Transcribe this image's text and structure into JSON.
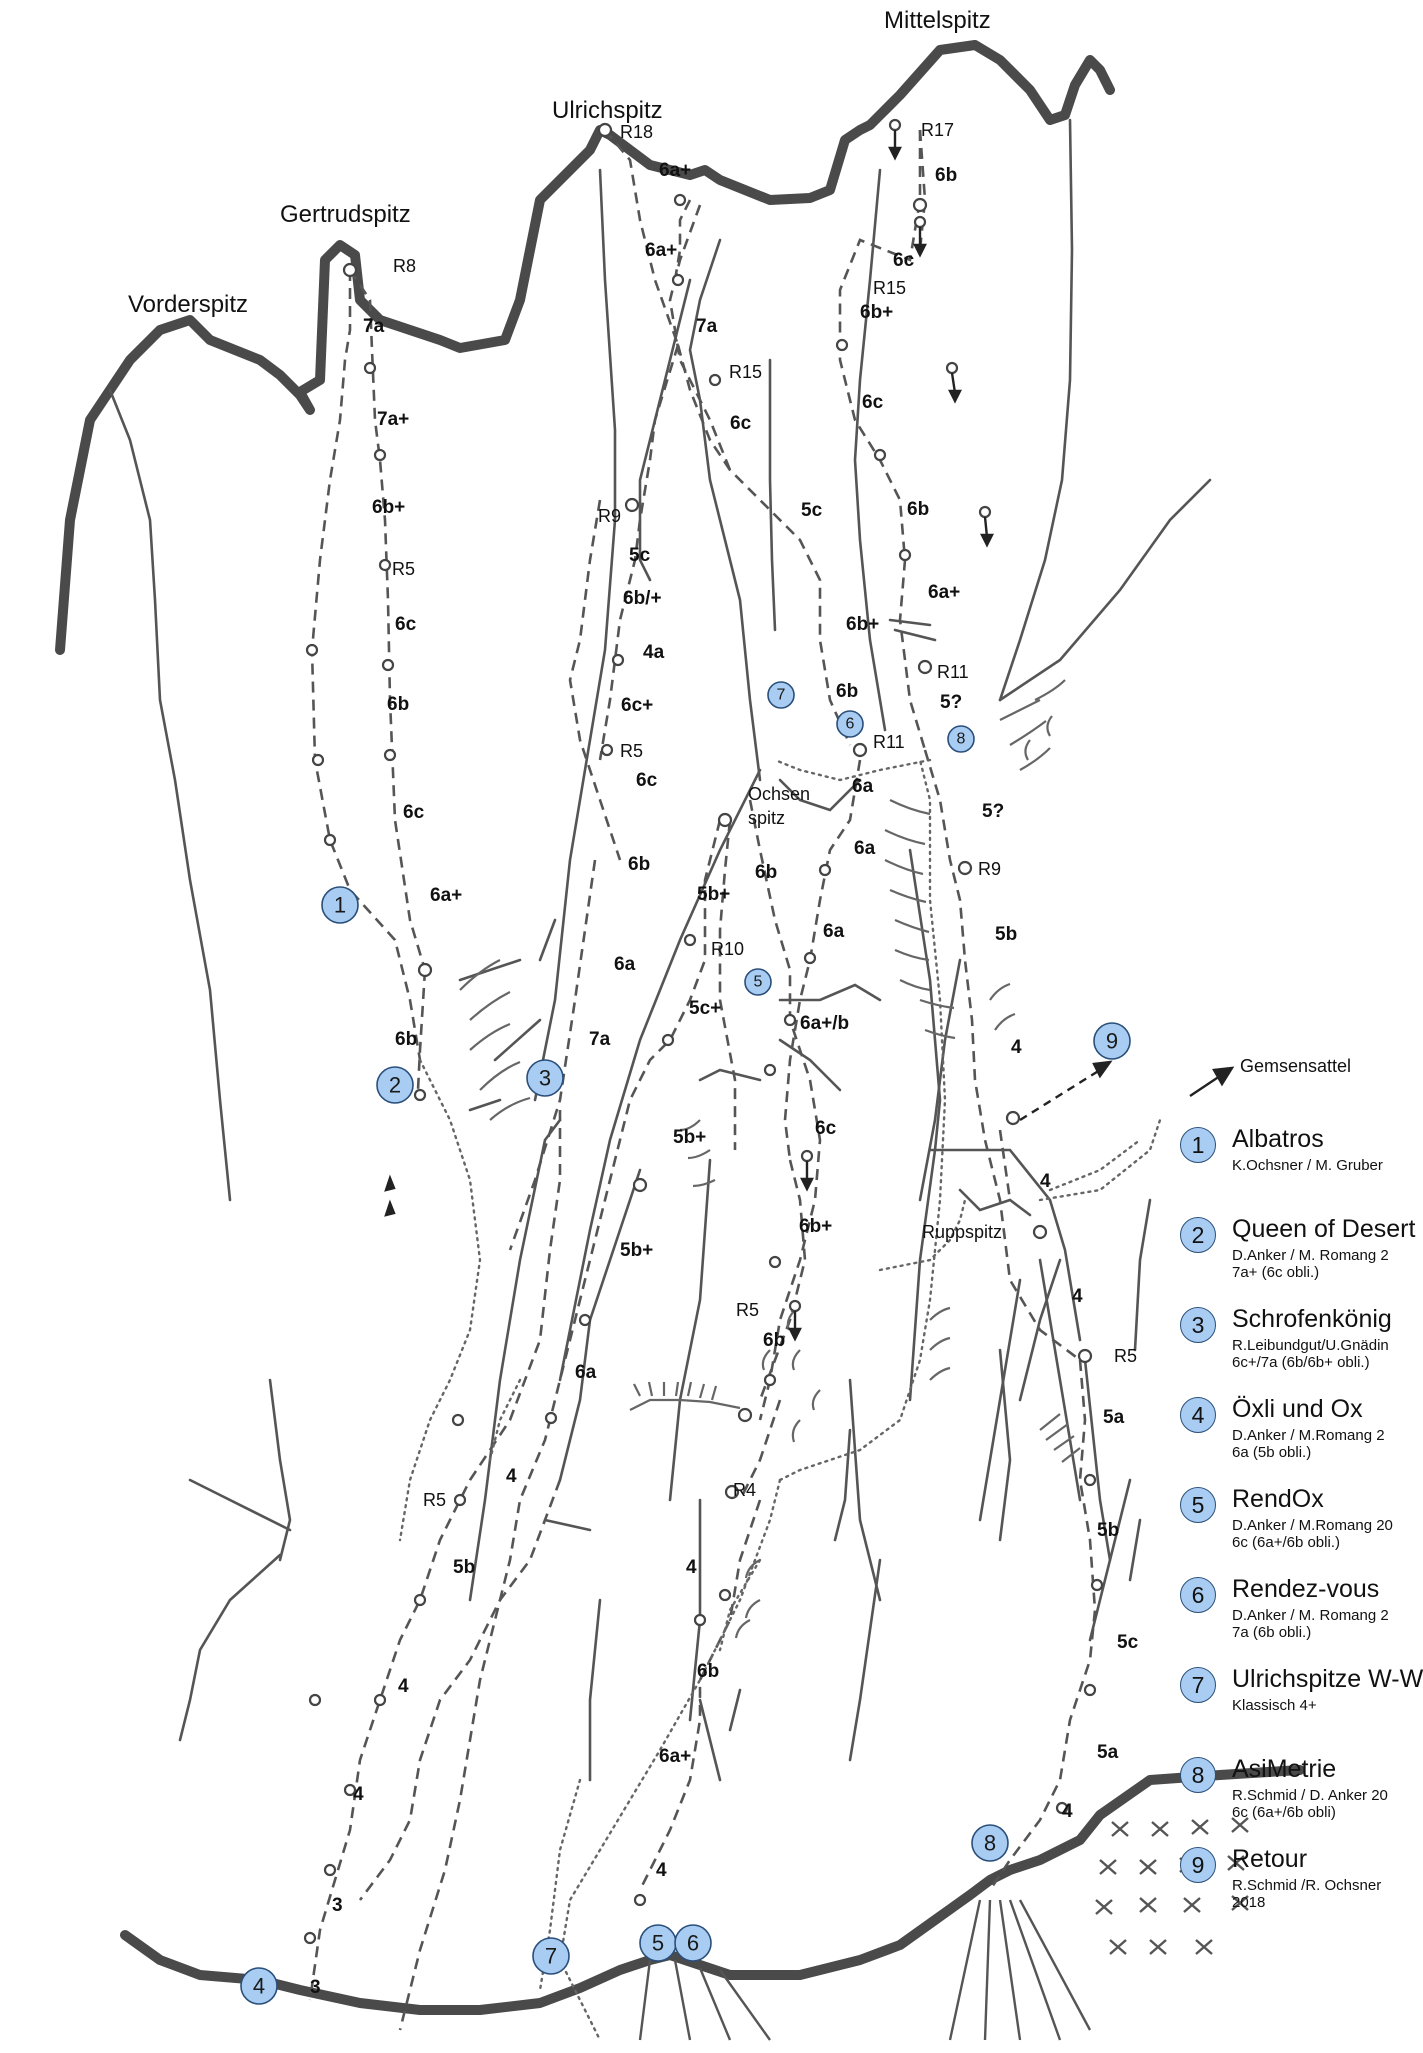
{
  "peaks": {
    "mittelspitz": "Mittelspitz",
    "ulrichspitz": "Ulrichspitz",
    "gertrudspitz": "Gertrudspitz",
    "vorderspitz": "Vorderspitz",
    "ochsenspitz_line1": "Ochsen",
    "ochsenspitz_line2": "spitz",
    "ruppspitz": "Ruppspitz",
    "gemsensattel": "Gemsensattel"
  },
  "relays": {
    "r17": "R17",
    "r18": "R18",
    "r8": "R8",
    "r15a": "R15",
    "r15b": "R15",
    "r9a": "R9",
    "r5a": "R5",
    "r11a": "R11",
    "r11b": "R11",
    "r5b": "R5",
    "r9b": "R9",
    "r10": "R10",
    "r5c": "R5",
    "r5d": "R5",
    "r5e": "R5",
    "r4": "R4"
  },
  "route1_grades": [
    "7a",
    "7a+",
    "6b+",
    "6c",
    "6b",
    "6c",
    "6a+",
    "6b"
  ],
  "route3_grades": [
    "5c",
    "6b/+",
    "4a",
    "6c+",
    "6c",
    "6b",
    "6a",
    "7a"
  ],
  "route_ulrich_grades": [
    "6a+",
    "6a+",
    "7a",
    "6c",
    "5c",
    "6b",
    "5b+",
    "5c+",
    "5b+",
    "5b+",
    "6a",
    "4",
    "5b",
    "4",
    "4",
    "3",
    "3"
  ],
  "route_mittel_grades": [
    "6b",
    "6c",
    "6b+",
    "6c",
    "6b",
    "6a+",
    "6b+",
    "6b"
  ],
  "route8_grades": [
    "5?",
    "5?",
    "5b",
    "4",
    "4",
    "4",
    "5a",
    "5b",
    "5c",
    "5a",
    "4"
  ],
  "route5_grades": [
    "6a",
    "6a",
    "6a",
    "6a+/b",
    "6c",
    "6b+",
    "6b",
    "4",
    "6b",
    "6a+",
    "4"
  ],
  "badges": [
    "1",
    "2",
    "3",
    "4",
    "5",
    "6",
    "7",
    "8",
    "9"
  ],
  "legend": [
    {
      "num": "1",
      "name": "Albatros",
      "authors": "K.Ochsner / M. Gruber",
      "grade": ""
    },
    {
      "num": "2",
      "name": "Queen of Desert",
      "authors": "D.Anker / M. Romang  2",
      "grade": "7a+    (6c obli.)"
    },
    {
      "num": "3",
      "name": "Schrofenkönig",
      "authors": "R.Leibundgut/U.Gnädin",
      "grade": "6c+/7a  (6b/6b+ obli.)"
    },
    {
      "num": "4",
      "name": "Öxli und Ox",
      "authors": "D.Anker / M.Romang  2",
      "grade": "6a    (5b obli.)"
    },
    {
      "num": "5",
      "name": "RendOx",
      "authors": "D.Anker / M.Romang 20",
      "grade": "6c    (6a+/6b obli.)"
    },
    {
      "num": "6",
      "name": "Rendez-vous",
      "authors": "D.Anker / M. Romang  2",
      "grade": "7a    (6b obli.)"
    },
    {
      "num": "7",
      "name": "Ulrichspitze W-W",
      "authors": "Klassisch  4+",
      "grade": ""
    },
    {
      "num": "8",
      "name": "AsiMetrie",
      "authors": "R.Schmid / D. Anker  20",
      "grade": "6c    (6a+/6b obli)"
    },
    {
      "num": "9",
      "name": "Retour",
      "authors": "R.Schmid /R. Ochsner",
      "grade": "2018"
    }
  ],
  "colors": {
    "badge_fill": "#a9cdf2",
    "badge_stroke": "#2a4f7a",
    "ink": "#4a4a4a"
  }
}
